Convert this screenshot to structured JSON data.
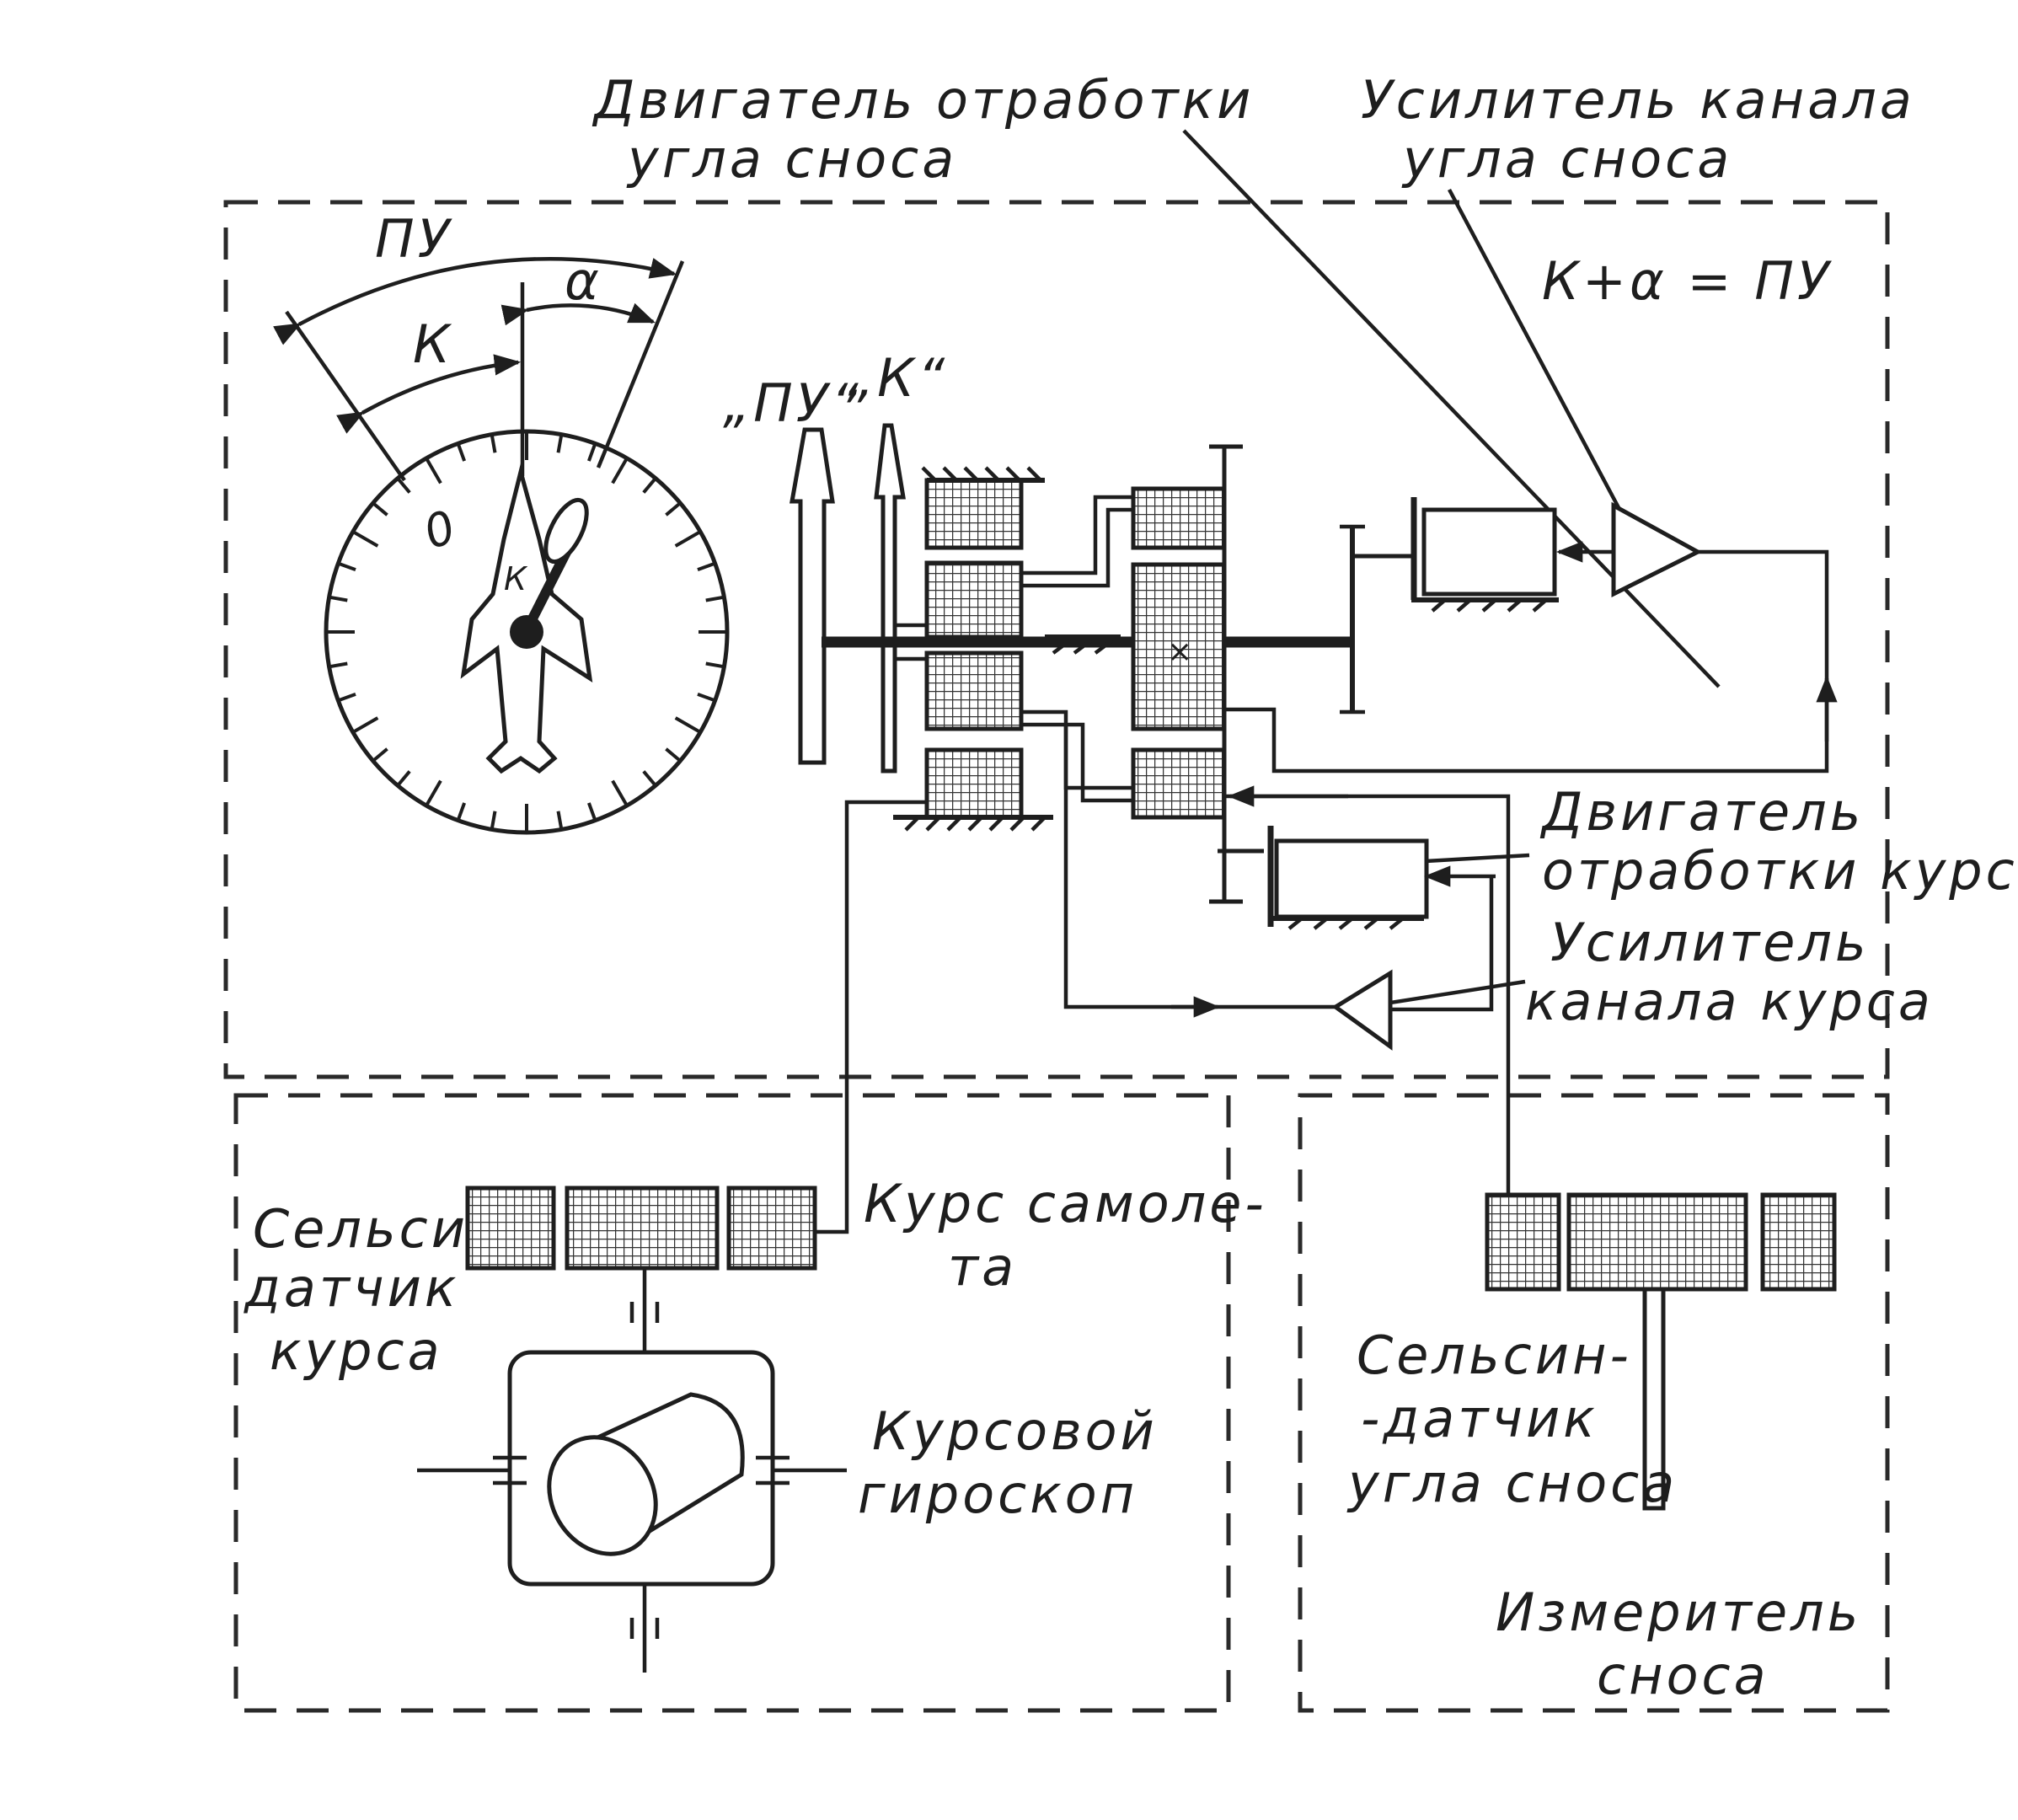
{
  "labels": {
    "drift_motor": [
      "Двигатель отработки",
      "угла сноса"
    ],
    "drift_amp": [
      "Усилитель канала",
      "угла сноса"
    ],
    "formula": "К+α = ПУ",
    "pu": "ПУ",
    "k": "К",
    "alpha": "α",
    "dial_zero": "0",
    "dial_k": "К",
    "out_pu": "„ПУ“",
    "out_k": "„К“",
    "course_motor": [
      "Двигатель",
      "отработки курса"
    ],
    "course_amp": [
      "Усилитель",
      "канала курса"
    ],
    "course_selsyn": [
      "Сельсин-",
      "датчик",
      "курса"
    ],
    "aircraft_course": [
      "Курс самоле-",
      "та"
    ],
    "gyro": [
      "Курсовой",
      "гироскоп"
    ],
    "drift_selsyn": [
      "Сельсин-",
      "-датчик",
      "угла сноса"
    ],
    "drift_meter": [
      "Измеритель",
      "сноса"
    ]
  },
  "colors": {
    "ink": "#1e1e1e",
    "paper": "#ffffff"
  }
}
